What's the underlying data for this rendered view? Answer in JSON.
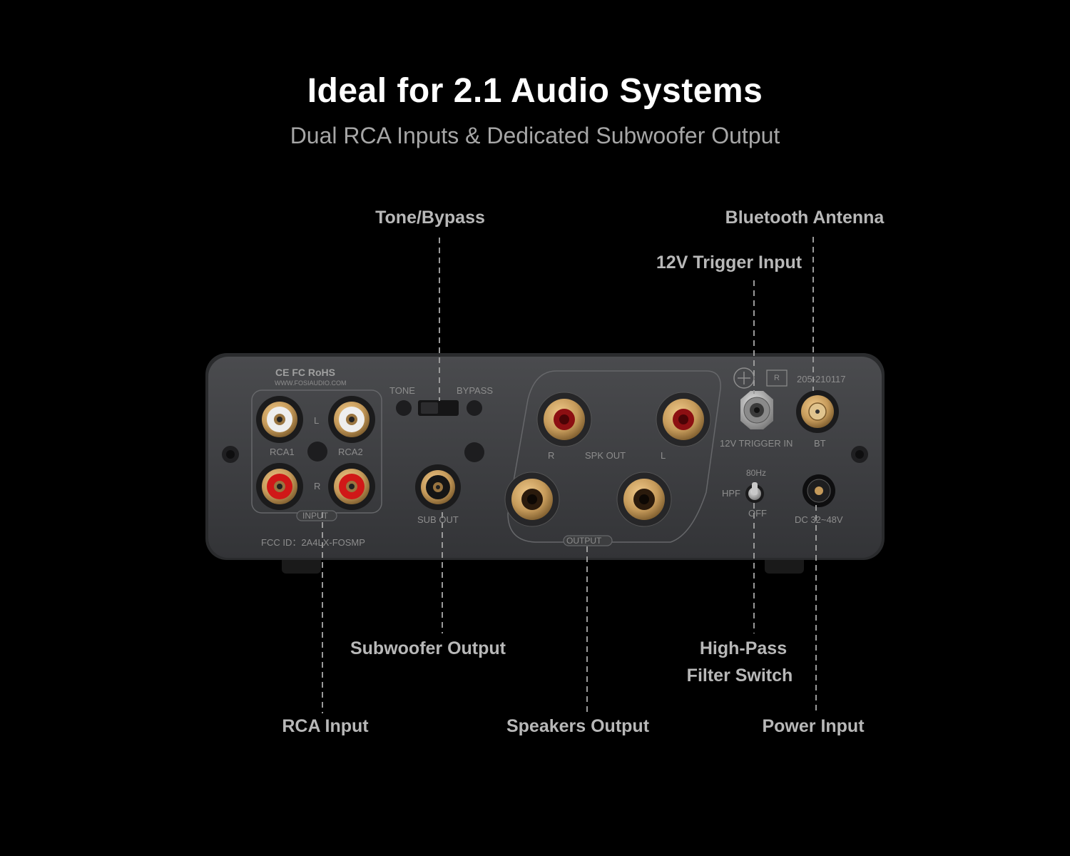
{
  "headline": "Ideal for 2.1 Audio Systems",
  "subheadline": "Dual RCA Inputs & Dedicated Subwoofer Output",
  "callouts": {
    "tone_bypass": "Tone/Bypass",
    "bluetooth_antenna": "Bluetooth Antenna",
    "trigger_input": "12V Trigger Input",
    "subwoofer_output": "Subwoofer Output",
    "high_pass_line1": "High-Pass",
    "high_pass_line2": "Filter Switch",
    "rca_input": "RCA Input",
    "speakers_output": "Speakers Output",
    "power_input": "Power Input"
  },
  "panel": {
    "cert_marks": "CE FC RoHS",
    "website": "WWW.FOSIAUDIO.COM",
    "rca1": "RCA1",
    "rca2": "RCA2",
    "left": "L",
    "right": "R",
    "input": "INPUT",
    "fcc_id": "FCC ID：2A4LX-FOSMP",
    "tone": "TONE",
    "bypass": "BYPASS",
    "sub_out": "SUB OUT",
    "spk_r": "R",
    "spk_out": "SPK OUT",
    "spk_l": "L",
    "output": "OUTPUT",
    "cert_r": "R",
    "cert_number": "205-210117",
    "trigger_in": "12V TRIGGER IN",
    "bt": "BT",
    "hpf_freq": "80Hz",
    "hpf": "HPF",
    "off": "OFF",
    "dc": "DC 32~48V"
  },
  "colors": {
    "background": "#000000",
    "panel": "#3d3e40",
    "gold": "#c59a5a",
    "rca_red": "#d01818",
    "rca_white": "#eeeeee"
  }
}
